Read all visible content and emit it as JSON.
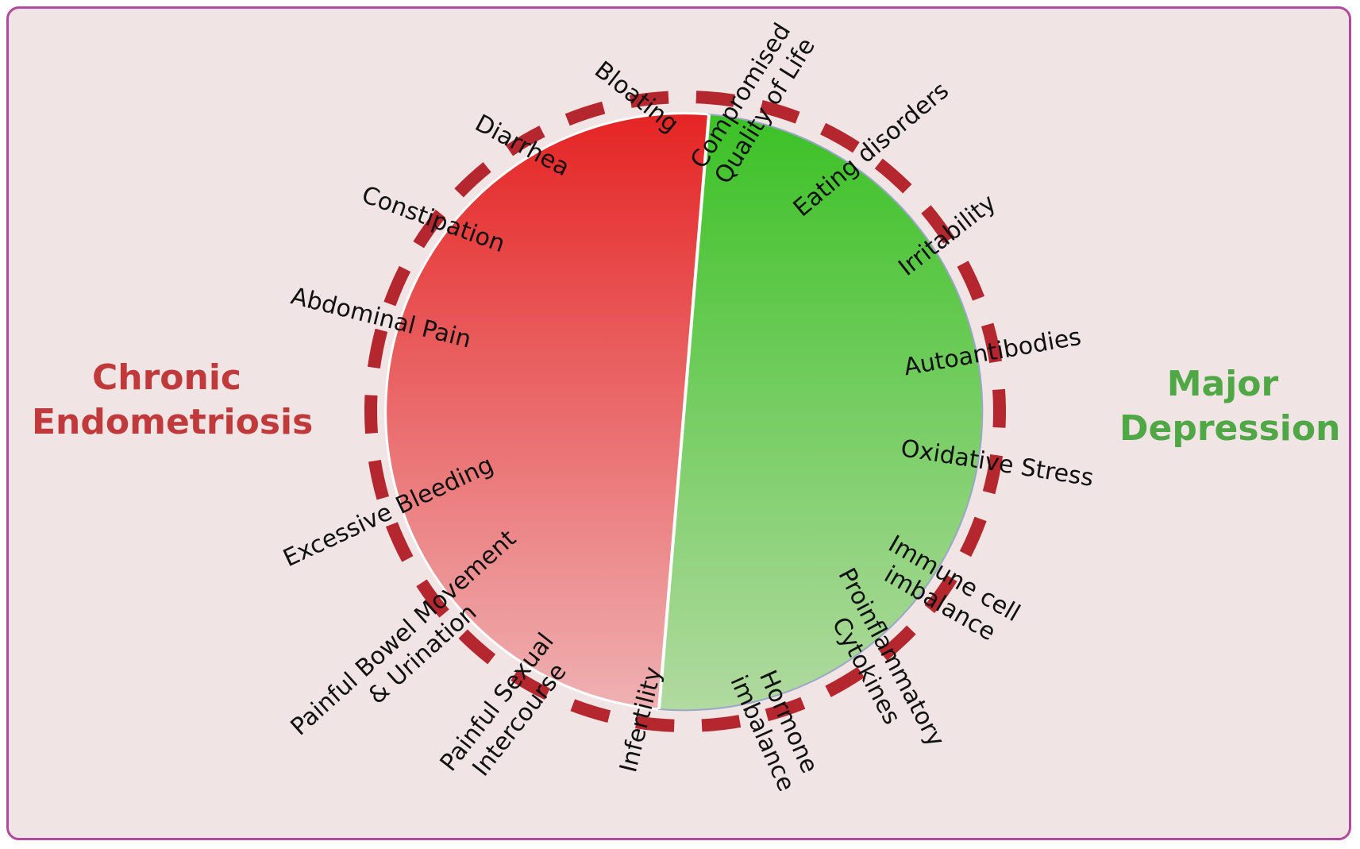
{
  "titles": {
    "left": {
      "line1": "Chronic",
      "line2": "Endometriosis",
      "color": "#c0393b"
    },
    "right": {
      "line1": "Major",
      "line2": "Depression",
      "color": "#4fa845"
    }
  },
  "colors": {
    "frame_border": "#b04a9e",
    "background": "#f0e4e4",
    "ring_dash": "#b5272f",
    "red_top": "#e52424",
    "red_bottom": "#efb1b3",
    "green_top": "#3cc126",
    "green_bottom": "#b1daa0"
  },
  "endometriosis_symptoms": [
    {
      "id": "bloating",
      "lines": [
        "Bloating"
      ]
    },
    {
      "id": "diarrhea",
      "lines": [
        "Diarrhea"
      ]
    },
    {
      "id": "constipation",
      "lines": [
        "Constipation"
      ]
    },
    {
      "id": "abdominal-pain",
      "lines": [
        "Abdominal Pain"
      ]
    },
    {
      "id": "excessive-bleeding",
      "lines": [
        "Excessive Bleeding"
      ]
    },
    {
      "id": "painful-bowel",
      "lines": [
        "Painful Bowel Movement",
        "& Urination"
      ]
    },
    {
      "id": "painful-intercourse",
      "lines": [
        "Painful Sexual",
        "Intercourse"
      ]
    },
    {
      "id": "infertility",
      "lines": [
        "Infertility"
      ]
    }
  ],
  "depression_symptoms": [
    {
      "id": "quality-of-life",
      "lines": [
        "Compromised",
        "Quality of Life"
      ]
    },
    {
      "id": "eating-disorders",
      "lines": [
        "Eating disorders"
      ]
    },
    {
      "id": "irritability",
      "lines": [
        "Irritability"
      ]
    },
    {
      "id": "autoantibodies",
      "lines": [
        "Autoantibodies"
      ]
    },
    {
      "id": "oxidative-stress",
      "lines": [
        "Oxidative Stress"
      ]
    },
    {
      "id": "immune-cell",
      "lines": [
        "Immune cell",
        "imbalance"
      ]
    },
    {
      "id": "proinflammatory",
      "lines": [
        "Proinflammatory",
        "Cytokines"
      ]
    },
    {
      "id": "hormone",
      "lines": [
        "Hormone",
        "imbalance"
      ]
    }
  ]
}
